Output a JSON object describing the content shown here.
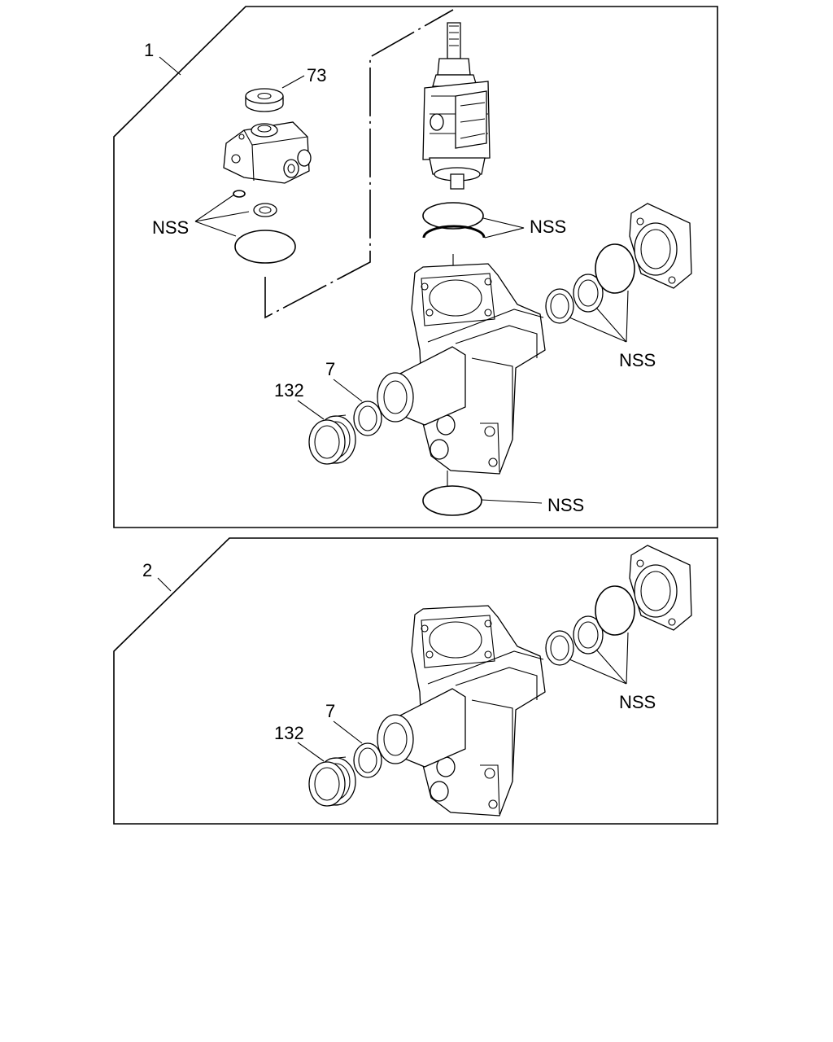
{
  "panels": [
    {
      "number": "1",
      "labels": {
        "part_73": "73",
        "part_7": "7",
        "part_132": "132",
        "nss_top_left": "NSS",
        "nss_top_right": "NSS",
        "nss_right": "NSS",
        "nss_bottom": "NSS"
      }
    },
    {
      "number": "2",
      "labels": {
        "part_7": "7",
        "part_132": "132",
        "nss_right": "NSS"
      }
    }
  ]
}
